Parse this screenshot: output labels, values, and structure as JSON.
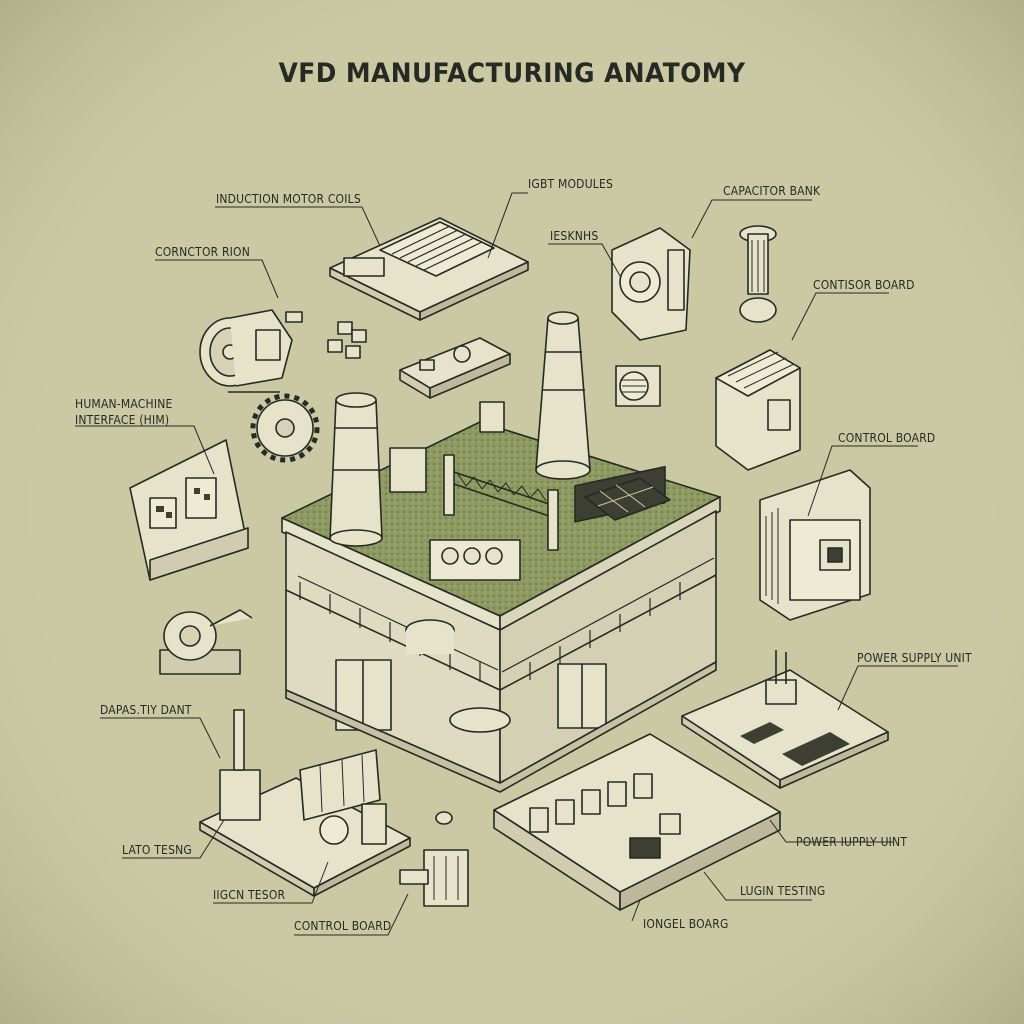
{
  "title": "VFD MANUFACTURING ANATOMY",
  "labels": {
    "induction_motor_coils": "INDUCTION MOTOR COILS",
    "igbt_modules": "IGBT MODULES",
    "capacitor_bank": "CAPACITOR BANK",
    "iesknhs": "IESKNHS",
    "conductor_rion": "CORNCTOR RION",
    "contisor_board": "CONTISOR BOARD",
    "hmi": "HUMAN-MACHINE\nINTERFACE (HIM)",
    "control_board_right": "CONTROL BOARD",
    "power_supply_unit_right": "POWER SUPPLY UNIT",
    "dapastiy_dant": "DAPAS.TIY DANT",
    "power_iupply_unit": "POWER IUPPLY UINT",
    "lato_tesing": "LATO TESNG",
    "lugin_testing": "LUGIN TESTING",
    "iigcn_tesor": "IIGCN TESOR",
    "control_board_bottom": "CONTROL BOARD",
    "iongel_boarg": "IONGEL BOARG"
  },
  "colors": {
    "background": "#c9c9a4",
    "ink": "#262a22",
    "part_fill": "#e6e3cb",
    "moss": "#8f9a62"
  }
}
